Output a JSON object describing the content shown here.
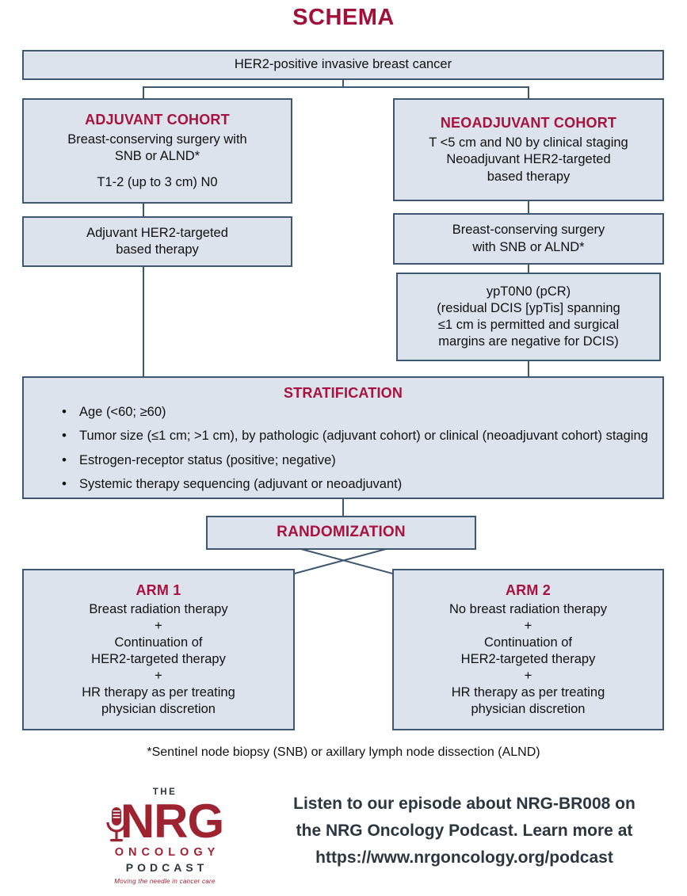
{
  "title": "SCHEMA",
  "colors": {
    "accent_red": "#a01038",
    "box_fill": "#dce3ec",
    "box_border": "#3f5871",
    "text_dark": "#111111",
    "logo_red": "#9e2330",
    "logo_slate": "#2b3642"
  },
  "flow": {
    "population": "HER2-positive invasive breast cancer",
    "adjuvant_cohort": {
      "header": "ADJUVANT COHORT",
      "line1": "Breast-conserving surgery with",
      "line2": "SNB or ALND*",
      "line3": "T1-2 (up to 3 cm) N0"
    },
    "neoadjuvant_cohort": {
      "header": "NEOADJUVANT COHORT",
      "line1": "T <5 cm and N0 by clinical staging",
      "line2": "Neoadjuvant HER2-targeted",
      "line3": "based therapy"
    },
    "adjuvant_therapy": {
      "line1": "Adjuvant HER2-targeted",
      "line2": "based therapy"
    },
    "neoadjuvant_surgery": {
      "line1": "Breast-conserving surgery",
      "line2": "with SNB or ALND*"
    },
    "pcr_box": {
      "line1": "ypT0N0 (pCR)",
      "line2": "(residual DCIS [ypTis] spanning",
      "line3": "≤1 cm is permitted and surgical",
      "line4": "margins are negative for DCIS)"
    },
    "stratification": {
      "header": "STRATIFICATION",
      "items": [
        "Age (<60; ≥60)",
        "Tumor size (≤1 cm; >1 cm), by pathologic (adjuvant cohort) or clinical (neoadjuvant cohort) staging",
        "Estrogen-receptor status (positive; negative)",
        "Systemic therapy sequencing (adjuvant or neoadjuvant)"
      ]
    },
    "randomization": "RANDOMIZATION",
    "arm1": {
      "header": "ARM 1",
      "line1": "Breast radiation therapy",
      "plus1": "+",
      "line2": "Continuation of",
      "line3": "HER2-targeted therapy",
      "plus2": "+",
      "line4": "HR therapy as per treating",
      "line5": "physician discretion"
    },
    "arm2": {
      "header": "ARM 2",
      "line1": "No breast radiation therapy",
      "plus1": "+",
      "line2": "Continuation of",
      "line3": "HER2-targeted therapy",
      "plus2": "+",
      "line4": "HR therapy as per treating",
      "line5": "physician discretion"
    }
  },
  "footnote": "*Sentinel node biopsy (SNB) or axillary lymph node dissection (ALND)",
  "footer": {
    "logo": {
      "the": "THE",
      "nrg": "NRG",
      "oncology": "ONCOLOGY",
      "podcast": "PODCAST",
      "tagline": "Moving the needle in cancer care"
    },
    "promo_line1": "Listen to our episode about NRG-BR008 on",
    "promo_line2": "the NRG Oncology Podcast. Learn more at",
    "promo_line3": "https://www.nrgoncology.org/podcast"
  }
}
